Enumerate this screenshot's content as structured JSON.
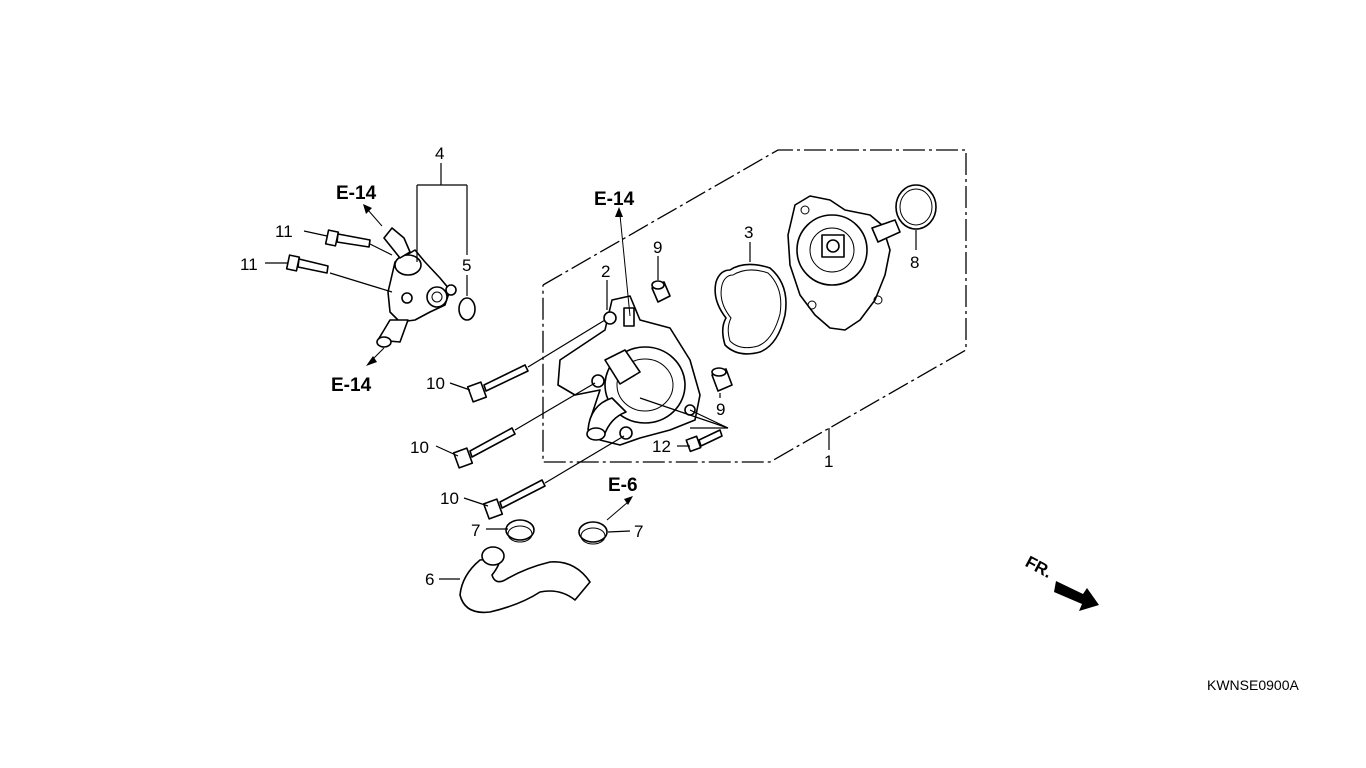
{
  "callouts": {
    "c1": "1",
    "c2": "2",
    "c3": "3",
    "c4": "4",
    "c5": "5",
    "c6": "6",
    "c7a": "7",
    "c7b": "7",
    "c8": "8",
    "c9a": "9",
    "c9b": "9",
    "c10a": "10",
    "c10b": "10",
    "c10c": "10",
    "c11a": "11",
    "c11b": "11",
    "c12": "12"
  },
  "refs": {
    "e14_top_left": "E-14",
    "e14_bottom_left": "E-14",
    "e14_center": "E-14",
    "e6": "E-6"
  },
  "direction_label": "FR.",
  "diagram_code": "KWNSE0900A"
}
